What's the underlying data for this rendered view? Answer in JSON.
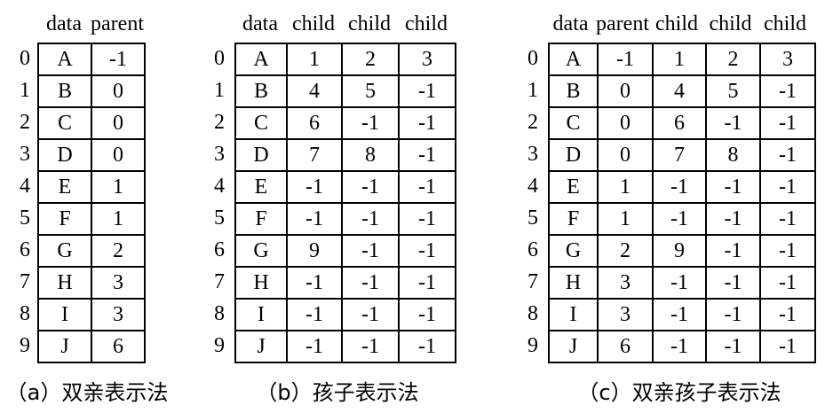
{
  "panels": [
    {
      "headers": [
        "data",
        "parent"
      ],
      "caption": "（a）双亲表示法",
      "rows": [
        {
          "index": "0",
          "cells": [
            "A",
            "-1"
          ]
        },
        {
          "index": "1",
          "cells": [
            "B",
            "0"
          ]
        },
        {
          "index": "2",
          "cells": [
            "C",
            "0"
          ]
        },
        {
          "index": "3",
          "cells": [
            "D",
            "0"
          ]
        },
        {
          "index": "4",
          "cells": [
            "E",
            "1"
          ]
        },
        {
          "index": "5",
          "cells": [
            "F",
            "1"
          ]
        },
        {
          "index": "6",
          "cells": [
            "G",
            "2"
          ]
        },
        {
          "index": "7",
          "cells": [
            "H",
            "3"
          ]
        },
        {
          "index": "8",
          "cells": [
            "I",
            "3"
          ]
        },
        {
          "index": "9",
          "cells": [
            "J",
            "6"
          ]
        }
      ]
    },
    {
      "headers": [
        "data",
        "child",
        "child",
        "child"
      ],
      "caption": "（b）孩子表示法",
      "rows": [
        {
          "index": "0",
          "cells": [
            "A",
            "1",
            "2",
            "3"
          ]
        },
        {
          "index": "1",
          "cells": [
            "B",
            "4",
            "5",
            "-1"
          ]
        },
        {
          "index": "2",
          "cells": [
            "C",
            "6",
            "-1",
            "-1"
          ]
        },
        {
          "index": "3",
          "cells": [
            "D",
            "7",
            "8",
            "-1"
          ]
        },
        {
          "index": "4",
          "cells": [
            "E",
            "-1",
            "-1",
            "-1"
          ]
        },
        {
          "index": "5",
          "cells": [
            "F",
            "-1",
            "-1",
            "-1"
          ]
        },
        {
          "index": "6",
          "cells": [
            "G",
            "9",
            "-1",
            "-1"
          ]
        },
        {
          "index": "7",
          "cells": [
            "H",
            "-1",
            "-1",
            "-1"
          ]
        },
        {
          "index": "8",
          "cells": [
            "I",
            "-1",
            "-1",
            "-1"
          ]
        },
        {
          "index": "9",
          "cells": [
            "J",
            "-1",
            "-1",
            "-1"
          ]
        }
      ]
    },
    {
      "headers": [
        "data",
        "parent",
        "child",
        "child",
        "child"
      ],
      "caption": "（c）双亲孩子表示法",
      "rows": [
        {
          "index": "0",
          "cells": [
            "A",
            "-1",
            "1",
            "2",
            "3"
          ]
        },
        {
          "index": "1",
          "cells": [
            "B",
            "0",
            "4",
            "5",
            "-1"
          ]
        },
        {
          "index": "2",
          "cells": [
            "C",
            "0",
            "6",
            "-1",
            "-1"
          ]
        },
        {
          "index": "3",
          "cells": [
            "D",
            "0",
            "7",
            "8",
            "-1"
          ]
        },
        {
          "index": "4",
          "cells": [
            "E",
            "1",
            "-1",
            "-1",
            "-1"
          ]
        },
        {
          "index": "5",
          "cells": [
            "F",
            "1",
            "-1",
            "-1",
            "-1"
          ]
        },
        {
          "index": "6",
          "cells": [
            "G",
            "2",
            "9",
            "-1",
            "-1"
          ]
        },
        {
          "index": "7",
          "cells": [
            "H",
            "3",
            "-1",
            "-1",
            "-1"
          ]
        },
        {
          "index": "8",
          "cells": [
            "I",
            "3",
            "-1",
            "-1",
            "-1"
          ]
        },
        {
          "index": "9",
          "cells": [
            "J",
            "6",
            "-1",
            "-1",
            "-1"
          ]
        }
      ]
    }
  ]
}
